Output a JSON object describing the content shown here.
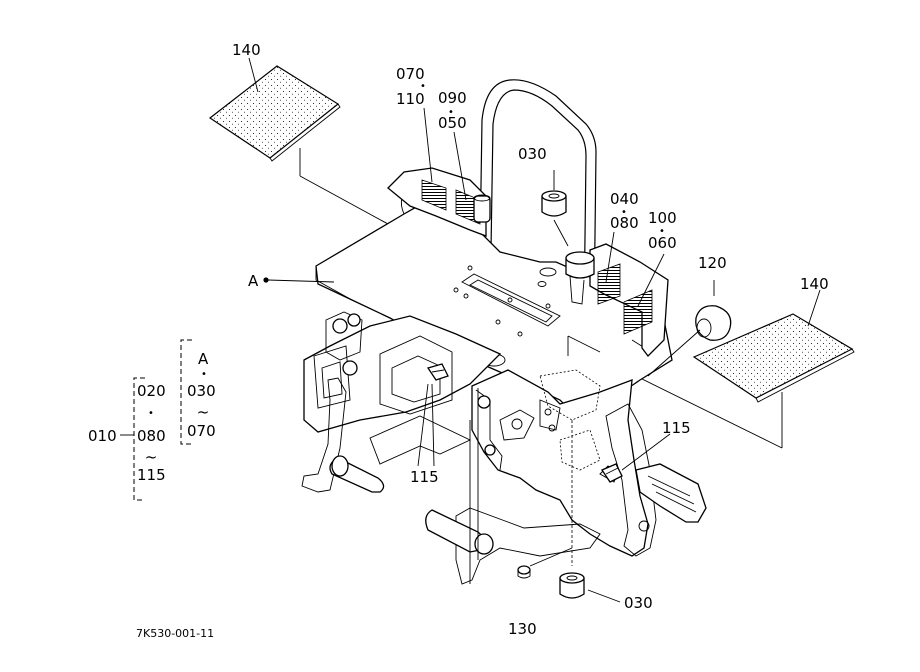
{
  "diagram": {
    "part_labels": {
      "mat_left": "140",
      "stk_070": "070",
      "stk_110": "110",
      "stk_090": "090",
      "stk_050": "050",
      "cap_top": "030",
      "stk_040": "040",
      "stk_080": "080",
      "stk_100": "100",
      "stk_060": "060",
      "cushion": "120",
      "mat_right": "140",
      "ref_a": "A",
      "grp_020": "020",
      "grp_080": "080",
      "grp_115": "115",
      "grp_010": "010",
      "grp_a": "A",
      "grp_030": "030",
      "grp_070": "070",
      "bolt_left": "115",
      "bolt_right": "115",
      "cap_bottom": "030",
      "nut": "130"
    },
    "drawing_code": "7K530-001-11",
    "separator_dot": "•",
    "range_tilde": "~"
  }
}
